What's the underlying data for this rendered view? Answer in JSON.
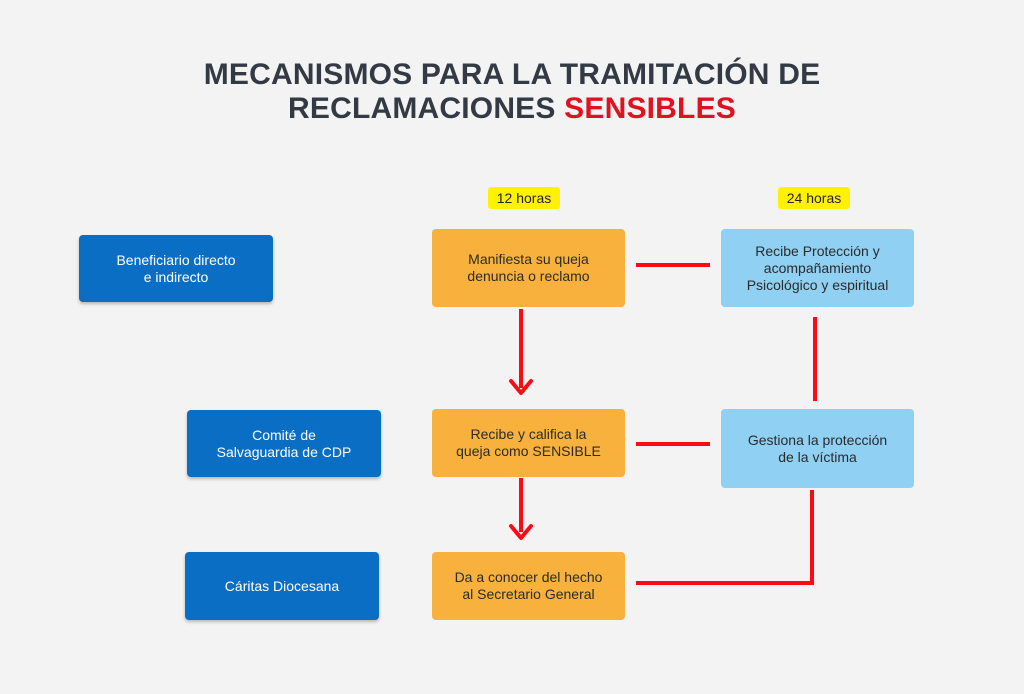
{
  "title": {
    "line1": "MECANISMOS PARA LA TRAMITACIÓN DE",
    "line2_main": "RECLAMACIONES",
    "line2_accent": "SENSIBLES"
  },
  "badges": {
    "left": "12 horas",
    "right": "24 horas"
  },
  "actors": {
    "beneficiario": [
      "Beneficiario directo",
      "e indirecto"
    ],
    "comite": [
      "Comité de",
      "Salvaguardia de CDP"
    ],
    "caritas": [
      "Cáritas Diocesana"
    ]
  },
  "steps": {
    "manifiesta": [
      "Manifiesta su queja",
      "denuncia o reclamo"
    ],
    "recibe_califica": [
      "Recibe y califica la",
      "queja como SENSIBLE"
    ],
    "da_conocer": [
      "Da a conocer del hecho",
      "al Secretario General"
    ]
  },
  "outcomes": {
    "recibe_proteccion": [
      "Recibe Protección y",
      "acompañamiento",
      "Psicológico y espiritual"
    ],
    "gestiona": [
      "Gestiona la protección",
      "de la víctima"
    ]
  },
  "colors": {
    "title": "#333a44",
    "accent": "#e0121f",
    "actor_box": "#0a6fc4",
    "step_box": "#f7b13c",
    "outcome_box": "#8fd0f3",
    "badge": "#fff200",
    "connector": "#ff0a14"
  }
}
